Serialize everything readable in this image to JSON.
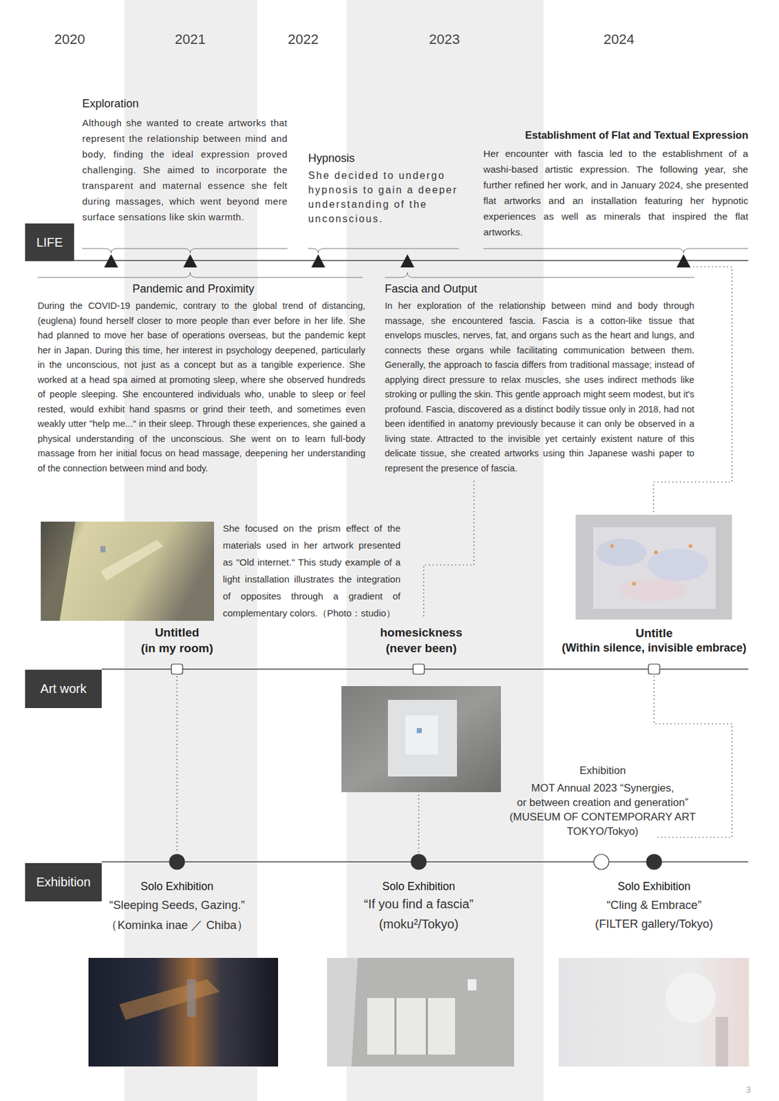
{
  "diagram": {
    "nodes": [
      {
        "text": [
          "LIFE"
        ]
      },
      {
        "text": [
          "Art work"
        ]
      },
      {
        "text": [
          "Exhibition"
        ]
      }
    ],
    "labels": [
      "2020",
      "2021",
      "2022",
      "2023",
      "2024",
      "Exploration",
      "Although she wanted to create artworks that represent the relationship between mind and body, finding the ideal expression proved challenging. She aimed to incorporate the transparent and maternal essence she felt during massages, which went beyond mere surface sensations like skin warmth.",
      "Hypnosis",
      "She decided to undergo hypnosis to gain a deeper understanding of the unconscious.",
      "Establishment of Flat and Textual Expression",
      "Her encounter with fascia led to the establishment of a washi-based artistic expression. The following year, she further refined her work, and in January 2024, she presented flat artworks and an installation featuring her hypnotic experiences as well as minerals that inspired the flat artworks.",
      "Pandemic and Proximity",
      "During the COVID-19 pandemic, contrary to the global trend of distancing, (euglena) found herself closer to more people than ever before in her life. She had planned to move her base of operations overseas, but the pandemic kept her in Japan. During this time, her interest in psychology deepened, particularly in the unconscious, not just as a concept but as a tangible experience. She worked at a head spa aimed at promoting sleep, where she observed hundreds of people sleeping. She encountered individuals who, unable to sleep or feel rested, would exhibit hand spasms or grind their teeth, and sometimes even weakly utter \"help me...\" in their sleep. Through these experiences, she gained a physical understanding of the unconscious. She went on to learn full-body massage from her initial focus on head massage, deepening her understanding of the connection between mind and body.",
      "Fascia and Output",
      "In her exploration of the relationship between mind and body through massage, she encountered fascia. Fascia is a cotton-like tissue that envelops muscles, nerves, fat, and organs such as the heart and lungs, and connects these organs while facilitating communication between them. Generally, the approach to fascia differs from traditional massage; instead of applying direct pressure to relax muscles, she uses indirect methods like stroking or pulling the skin. This gentle approach might seem modest, but it's profound. Fascia, discovered as a distinct bodily tissue only in 2018, had not been identified in anatomy previously because it can only be observed in a living state. Attracted to the invisible yet certainly existent nature of this delicate tissue, she created artworks using thin Japanese washi paper to represent the presence of fascia.",
      "She focused on the prism effect of the materials used in her artwork presented as \"Old internet.\" This study example of a light installation illustrates the integration of opposites through a gradient of complementary colors.（Photo：studio）",
      "Untitled",
      "(in my room)",
      "homesickness",
      "(never been)",
      "Untitle",
      "(Within silence, invisible embrace)",
      "Exhibition",
      "MOT Annual 2023 “Synergies,",
      "or between creation and generation”",
      "(MUSEUM OF CONTEMPORARY ART",
      "TOKYO/Tokyo)",
      "Solo Exhibition",
      "“Sleeping Seeds, Gazing.”",
      "（Kominka inae ／ Chiba）",
      "Solo Exhibition",
      "“If you find a fascia”",
      "(moku²/Tokyo)",
      "Solo Exhibition",
      "“Cling & Embrace”",
      "(FILTER gallery/Tokyo)",
      "3"
    ]
  }
}
